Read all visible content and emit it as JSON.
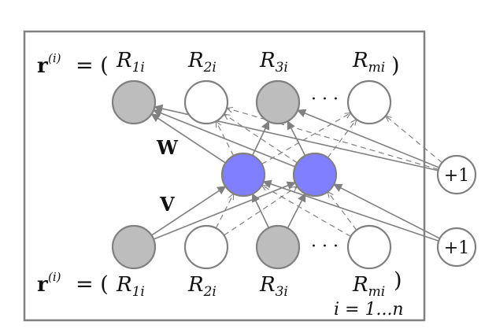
{
  "figure": {
    "top_row": {
      "vector_symbol": "r",
      "superscript": "(i)",
      "equals_paren": "= (",
      "close_paren": ")",
      "items": [
        {
          "label": "R",
          "sub": "1i"
        },
        {
          "label": "R",
          "sub": "2i"
        },
        {
          "label": "R",
          "sub": "3i"
        },
        {
          "label": "R",
          "sub": "mi"
        }
      ],
      "dots": "· · ·"
    },
    "bottom_row": {
      "vector_symbol": "r",
      "superscript": "(i)",
      "equals_paren": "= (",
      "close_paren": ")",
      "items": [
        {
          "label": "R",
          "sub": "1i"
        },
        {
          "label": "R",
          "sub": "2i"
        },
        {
          "label": "R",
          "sub": "3i"
        },
        {
          "label": "R",
          "sub": "mi"
        }
      ],
      "dots": "· · ·"
    },
    "weight_labels": {
      "w": "W",
      "v": "V"
    },
    "bias_labels": {
      "top": "+1",
      "bottom": "+1"
    },
    "plate_label": "i = 1...n",
    "colors": {
      "observed_fill": "#bdbdbd",
      "unobserved_fill": "#ffffff",
      "hidden_fill": "#7f7fff",
      "stroke": "#808080",
      "plate_stroke": "#808080"
    },
    "node_states": {
      "top": [
        "observed",
        "unobserved",
        "observed",
        "unobserved"
      ],
      "bottom": [
        "observed",
        "unobserved",
        "observed",
        "unobserved"
      ],
      "hidden_count": 2
    }
  }
}
